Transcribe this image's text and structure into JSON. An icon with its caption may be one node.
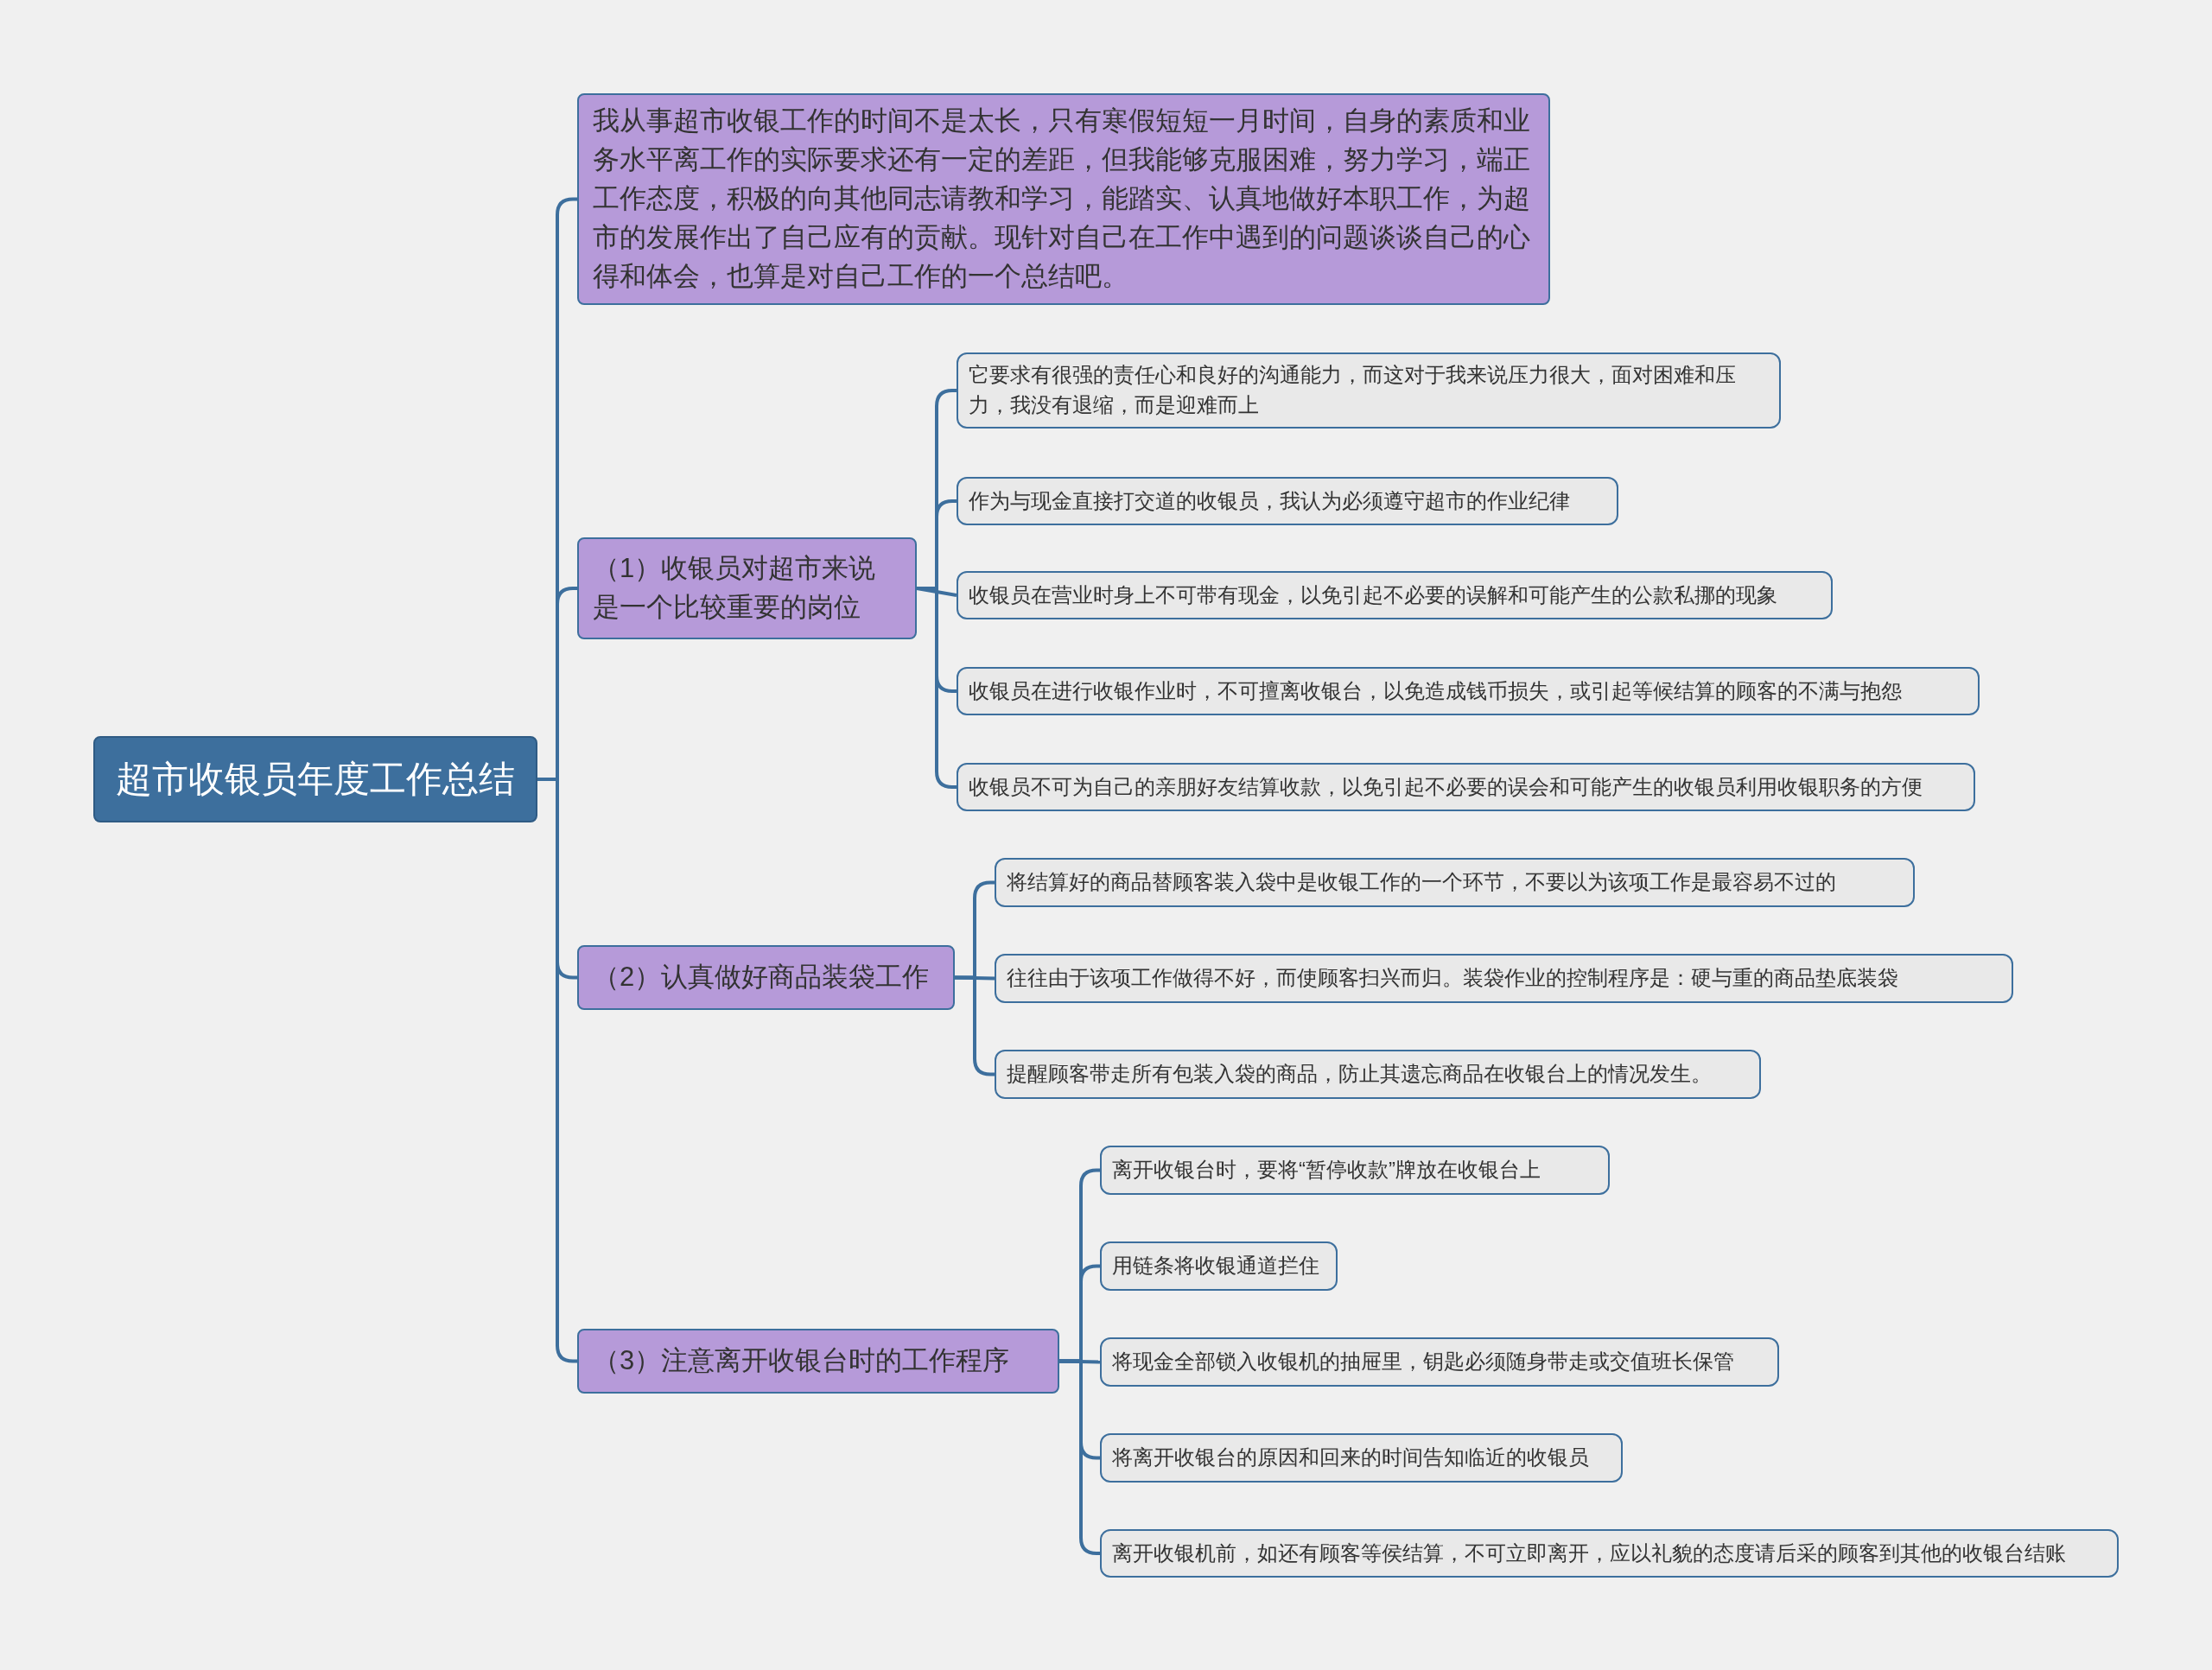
{
  "diagram": {
    "nodes": [
      {
        "text": [
          "超市收银员年度工作总结"
        ]
      },
      {
        "text": [
          "我从事超市收银工作的时间不是太长，只有寒假短短一月时间，自身的素质和业务水平离工作的实际要求还有一定的差距，但我能够克服困难，努力学习，端正工作态度，积极的向其他同志请教和学习，能踏实、认真地做好本职工作，为超市的发展作出了自己应有的贡献。现针对自己在工作中遇到的问题谈谈自己的心得和体会，也算是对自己工作的一个总结吧。"
        ]
      },
      {
        "text": [
          "（1）收银员对超市来说是一个比较重要的岗位"
        ]
      },
      {
        "text": [
          "它要求有很强的责任心和良好的沟通能力，而这对于我来说压力很大，面对困难和压力，我没有退缩，而是迎难而上"
        ]
      },
      {
        "text": [
          "作为与现金直接打交道的收银员，我认为必须遵守超市的作业纪律"
        ]
      },
      {
        "text": [
          "收银员在营业时身上不可带有现金，以免引起不必要的误解和可能产生的公款私挪的现象"
        ]
      },
      {
        "text": [
          "收银员在进行收银作业时，不可擅离收银台，以免造成钱币损失，或引起等候结算的顾客的不满与抱怨"
        ]
      },
      {
        "text": [
          "收银员不可为自己的亲朋好友结算收款，以免引起不必要的误会和可能产生的收银员利用收银职务的方便"
        ]
      },
      {
        "text": [
          "（2）认真做好商品装袋工作"
        ]
      },
      {
        "text": [
          "将结算好的商品替顾客装入袋中是收银工作的一个环节，不要以为该项工作是最容易不过的"
        ]
      },
      {
        "text": [
          "往往由于该项工作做得不好，而使顾客扫兴而归。装袋作业的控制程序是：硬与重的商品垫底装袋"
        ]
      },
      {
        "text": [
          "提醒顾客带走所有包装入袋的商品，防止其遗忘商品在收银台上的情况发生。"
        ]
      },
      {
        "text": [
          "（3）注意离开收银台时的工作程序"
        ]
      },
      {
        "text": [
          "离开收银台时，要将“暂停收款”牌放在收银台上"
        ]
      },
      {
        "text": [
          "用链条将收银通道拦住"
        ]
      },
      {
        "text": [
          "将现金全部锁入收银机的抽屉里，钥匙必须随身带走或交值班长保管"
        ]
      },
      {
        "text": [
          "将离开收银台的原因和回来的时间告知临近的收银员"
        ]
      },
      {
        "text": [
          "离开收银机前，如还有顾客等侯结算，不可立即离开，应以礼貌的态度请后采的顾客到其他的收银台结账"
        ]
      }
    ],
    "edges": [
      {
        "from": 0,
        "to": 1,
        "arrow": "none"
      },
      {
        "from": 0,
        "to": 2,
        "arrow": "none"
      },
      {
        "from": 0,
        "to": 8,
        "arrow": "none"
      },
      {
        "from": 0,
        "to": 12,
        "arrow": "none"
      },
      {
        "from": 2,
        "to": 3,
        "arrow": "none"
      },
      {
        "from": 2,
        "to": 4,
        "arrow": "none"
      },
      {
        "from": 2,
        "to": 5,
        "arrow": "none"
      },
      {
        "from": 2,
        "to": 6,
        "arrow": "none"
      },
      {
        "from": 2,
        "to": 7,
        "arrow": "none"
      },
      {
        "from": 8,
        "to": 9,
        "arrow": "none"
      },
      {
        "from": 8,
        "to": 10,
        "arrow": "none"
      },
      {
        "from": 8,
        "to": 11,
        "arrow": "none"
      },
      {
        "from": 12,
        "to": 13,
        "arrow": "none"
      },
      {
        "from": 12,
        "to": 14,
        "arrow": "none"
      },
      {
        "from": 12,
        "to": 15,
        "arrow": "none"
      },
      {
        "from": 12,
        "to": 16,
        "arrow": "none"
      },
      {
        "from": 12,
        "to": 17,
        "arrow": "none"
      }
    ]
  }
}
